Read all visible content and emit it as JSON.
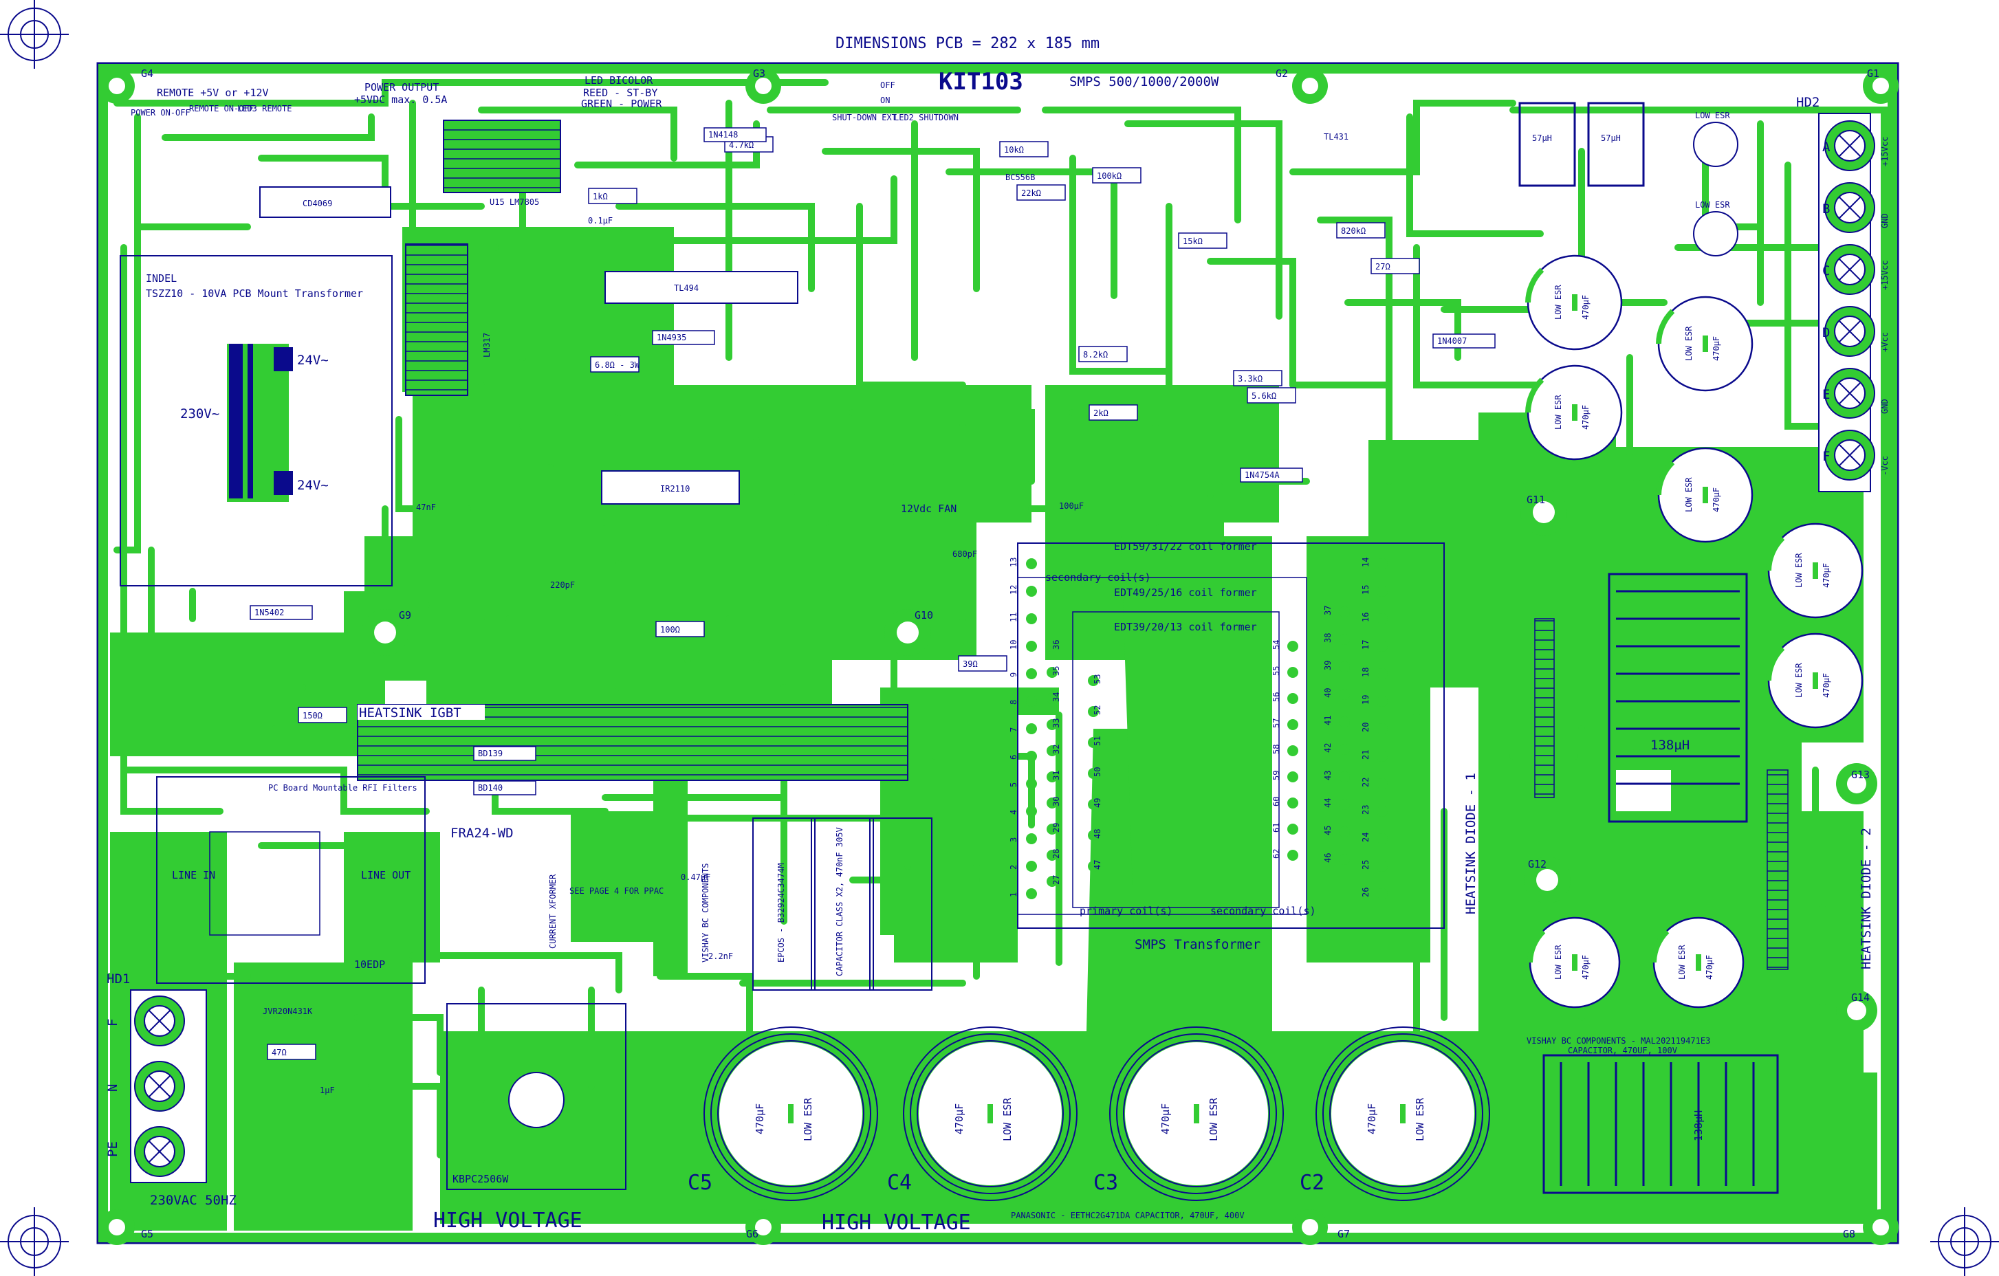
{
  "header": {
    "dimensions": "DIMENSIONS  PCB = 282 x 185 mm",
    "kit": "KIT103",
    "model": "SMPS 500/1000/2000W"
  },
  "colors": {
    "copper": "#33cc33",
    "silk": "#0a0a8c",
    "board": "#ffffff"
  },
  "grounds": [
    "G1",
    "G2",
    "G3",
    "G4",
    "G5",
    "G6",
    "G7",
    "G8",
    "G9",
    "G10",
    "G11",
    "G12",
    "G13",
    "G14"
  ],
  "labels": {
    "power_on_off": "POWER ON-OFF",
    "remote_on_off": "REMOTE ON-OFF",
    "remote_voltage": "REMOTE +5V or +12V",
    "led_remote": "LED3 REMOTE",
    "power_output": "POWER OUTPUT",
    "power_output_spec": "+5VDC max. 0.5A",
    "led_bicolor": "LED BICOLOR",
    "reed_stby": "REED - ST-BY",
    "green_power": "GREEN - POWER",
    "shutdown_ext": "SHUT-DOWN EXT",
    "led_shutdown": "LED2 SHUTDOWN",
    "off": "OFF",
    "on": "ON",
    "transformer_brand": "INDEL",
    "transformer_name": "TSZZ10 - 10VA PCB Mount Transformer",
    "primary_voltage": "230V~",
    "secondary_voltage_1": "24V~",
    "secondary_voltage_2": "24V~",
    "heatsink_igbt": "HEATSINK IGBT",
    "rfi_filters": "PC Board Mountable RFI Filters",
    "fra24": "FRA24-WD",
    "line_in": "LINE IN",
    "line_out": "LINE OUT",
    "edp": "10EDP",
    "current_transformer": "CURRENT XFORMER",
    "see_page": "SEE PAGE 4 FOR PPAC",
    "vishay_bc": "VISHAY BC COMPONENTS",
    "epcos": "EPCOS - B32924C3474M",
    "class_x2": "CAPACITOR CLASS X2, 470nF 305V",
    "coil_former_1": "EDT59/31/22 coil former",
    "coil_former_2": "EDT49/25/16 coil former",
    "coil_former_3": "EDT39/20/13 coil former",
    "secondary_coils": "secondary coil(s)",
    "primary_coils": "primary coil(s)",
    "smps_transformer": "SMPS Transformer",
    "heatsink_diode_1": "HEATSINK DIODE - 1",
    "heatsink_diode_2": "HEATSINK DIODE - 2",
    "vishay_cap": "VISHAY BC COMPONENTS - MAL202119471E3",
    "vishay_cap_spec": "CAPACITOR, 470UF, 100V",
    "panasonic": "PANASONIC - EETHC2G471DA CAPACITOR, 470UF, 400V",
    "high_voltage_1": "HIGH VOLTAGE",
    "high_voltage_2": "HIGH VOLTAGE",
    "bridge": "KBPC2506W",
    "mains": "230VAC 50HZ",
    "varistor": "JVR20N431K",
    "fan": "12Vdc FAN",
    "low_esr": "LOW ESR",
    "cap_470uf": "470µF",
    "ind_57uh": "57µH",
    "ind_138uh": "138µH",
    "hd1": "HD1",
    "hd2": "HD2"
  },
  "output_terminals": [
    {
      "letter": "A",
      "rail": "+15Vcc"
    },
    {
      "letter": "B",
      "rail": "GND"
    },
    {
      "letter": "C",
      "rail": "+15Vcc"
    },
    {
      "letter": "D",
      "rail": "+Vcc"
    },
    {
      "letter": "E",
      "rail": "GND"
    },
    {
      "letter": "F",
      "rail": "-Vcc"
    }
  ],
  "input_terminals": [
    "F",
    "N",
    "PE"
  ],
  "bulk_caps": [
    "C5",
    "C4",
    "C3",
    "C2"
  ],
  "ic_labels": {
    "u15": "U15 LM7805",
    "tl494": "TL494",
    "cd4069": "CD4069",
    "r2110": "IR2110",
    "lm317": "LM317",
    "bc": "BC556B",
    "tl431": "TL431"
  },
  "resistors": [
    "1kΩ",
    "4.7kΩ",
    "10kΩ",
    "22kΩ",
    "100kΩ",
    "15kΩ",
    "3.3kΩ",
    "5.6kΩ",
    "2kΩ",
    "6.8Ω - 3W",
    "8.2kΩ",
    "820kΩ",
    "100Ω",
    "150Ω",
    "47Ω",
    "27Ω",
    "39Ω"
  ],
  "diodes": [
    "1N4148",
    "1N4935",
    "1N5402",
    "1N4754A",
    "1N4007",
    "BD140",
    "BD139"
  ],
  "caps_small": [
    "0.1µF",
    "100µF",
    "47nF",
    "220pF",
    "680pF",
    "2.2nF",
    "1µF",
    "0.47µF"
  ],
  "coil_pins_left": [
    "13",
    "12",
    "11",
    "10",
    "9",
    "8",
    "7",
    "6",
    "5",
    "4",
    "3",
    "2",
    "1"
  ],
  "coil_pins_mid_a": [
    "36",
    "35",
    "34",
    "33",
    "32",
    "31",
    "30",
    "29",
    "28",
    "27"
  ],
  "coil_pins_mid_b": [
    "53",
    "52",
    "51",
    "50",
    "49",
    "48",
    "47"
  ],
  "coil_pins_right_a": [
    "37",
    "38",
    "39",
    "40",
    "41",
    "42",
    "43",
    "44",
    "45",
    "46"
  ],
  "coil_pins_right_b": [
    "54",
    "55",
    "56",
    "57",
    "58",
    "59",
    "60",
    "61",
    "62"
  ],
  "coil_pins_right_c": [
    "14",
    "15",
    "16",
    "17",
    "18",
    "19",
    "20",
    "21",
    "22",
    "23",
    "24",
    "25",
    "26"
  ]
}
